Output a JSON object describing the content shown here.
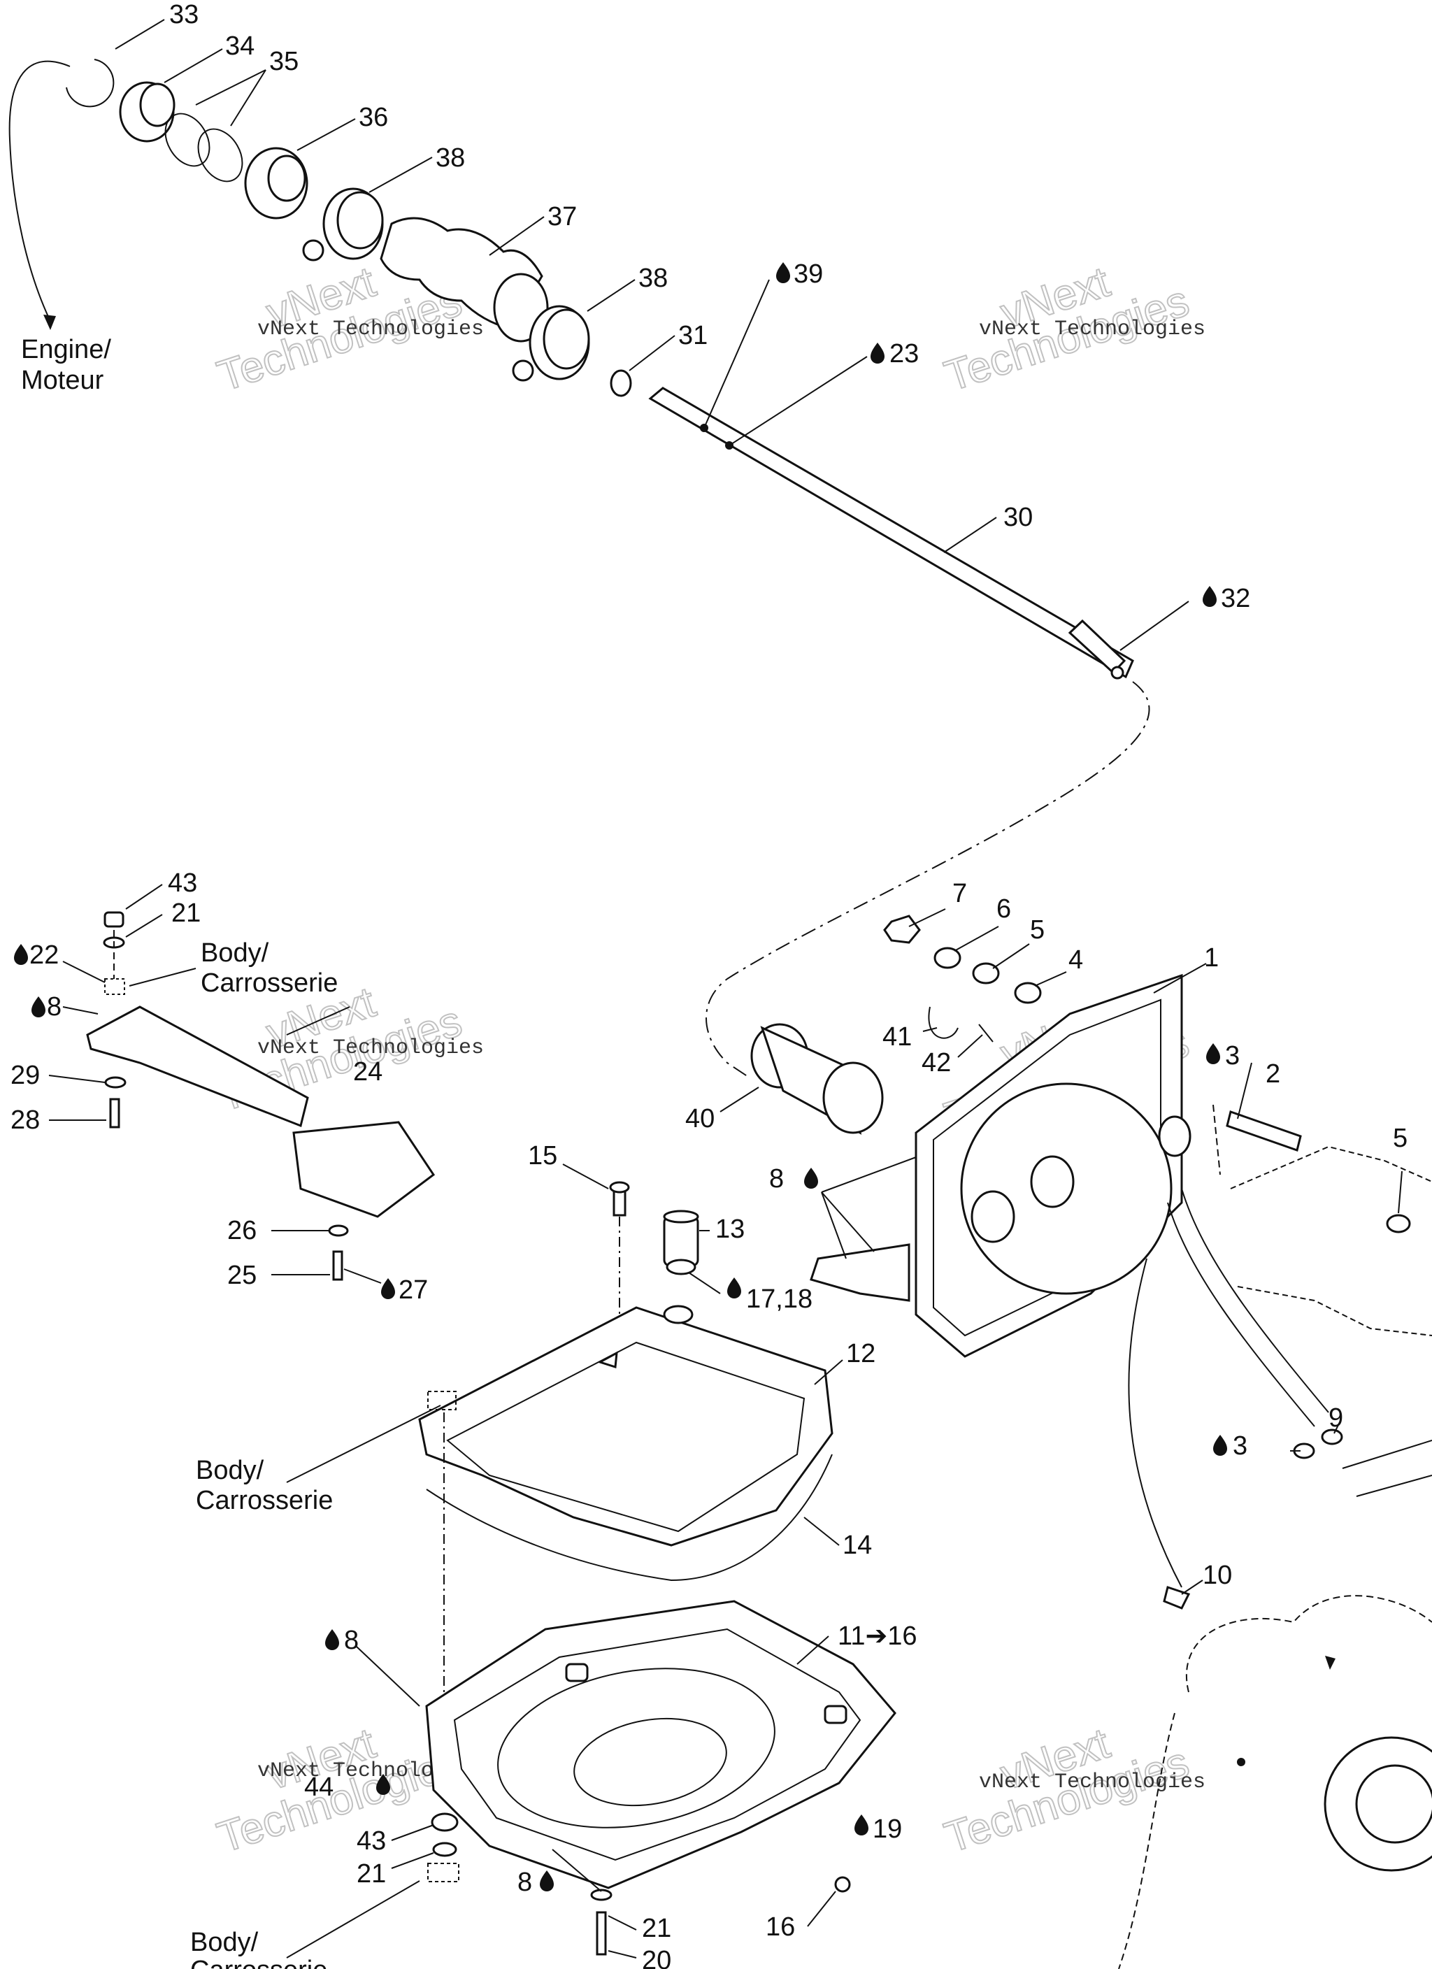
{
  "labels": {
    "l33": "33",
    "l34": "34",
    "l35": "35",
    "l36": "36",
    "l38a": "38",
    "l37": "37",
    "l38b": "38",
    "l31": "31",
    "l39": "39",
    "l23": "23",
    "l30": "30",
    "l32": "32",
    "l43a": "43",
    "l21a": "21",
    "l22": "22",
    "l8a": "8",
    "l24": "24",
    "l29": "29",
    "l28": "28",
    "l26": "26",
    "l25": "25",
    "l27": "27",
    "l7": "7",
    "l6": "6",
    "l5a": "5",
    "l4": "4",
    "l1": "1",
    "l41": "41",
    "l42": "42",
    "l3a": "3",
    "l2": "2",
    "l5b": "5",
    "l40": "40",
    "l8b": "8",
    "l15": "15",
    "l13": "13",
    "l1718": "17,18",
    "l12": "12",
    "l9": "9",
    "l3b": "3",
    "l14": "14",
    "l10": "10",
    "l8c": "8",
    "l1116": "11➔16",
    "l44": "44",
    "l43b": "43",
    "l21b": "21",
    "l19": "19",
    "l8d": "8",
    "l21c": "21",
    "l16": "16",
    "l20": "20"
  },
  "notes": {
    "engine": [
      "Engine/",
      "Moteur"
    ],
    "body1": [
      "Body/",
      "Carrosserie"
    ],
    "body2": [
      "Body/",
      "Carrosserie"
    ],
    "body3": [
      "Body/",
      "Carrosserie"
    ]
  },
  "watermark": {
    "company": "vNext Technologies",
    "big1": "vNext",
    "big2": "Technologies"
  },
  "icons": {
    "sealant": "sealant-drop-icon"
  }
}
